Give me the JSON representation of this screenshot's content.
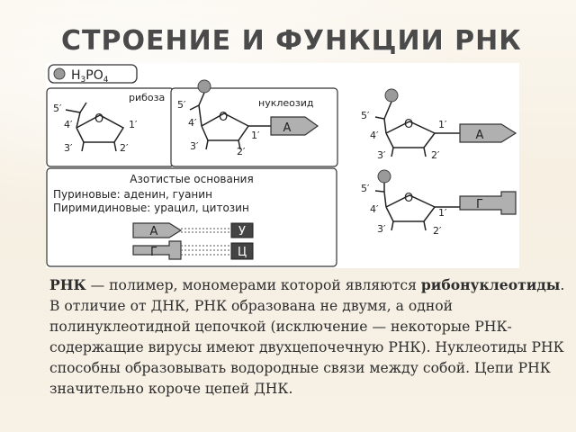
{
  "slide": {
    "title": "СТРОЕНИЕ И ФУНКЦИИ РНК"
  },
  "figure": {
    "phosphate_label": "H3PO4",
    "ribose_label": "рибоза",
    "nucleoside_label": "нуклеозид",
    "num_5": "5′",
    "num_4": "4′",
    "num_3": "3′",
    "num_2": "2′",
    "num_1": "1′",
    "oxygen": "O",
    "base_A": "А",
    "base_G": "Г",
    "base_U": "У",
    "base_C": "Ц",
    "bases_box": {
      "title": "Азотистые основания",
      "purines": "Пуриновые: аденин, гуанин",
      "pyrimidines": "Пиримидиновые: урацил, цитозин"
    }
  },
  "text": {
    "term": "РНК",
    "part1": " — полимер, мономерами которой являются ",
    "bold2": "рибонуклеотиды",
    "part2": ". В отличие от ДНК, РНК образована не двумя, а одной полинуклеотидной цепочкой (исключение — некоторые РНК-содержащие вирусы имеют двухцепочечную РНК). Нуклеотиды РНК способны образовывать водородные связи между собой. Цепи РНК значительно короче цепей ДНК."
  }
}
